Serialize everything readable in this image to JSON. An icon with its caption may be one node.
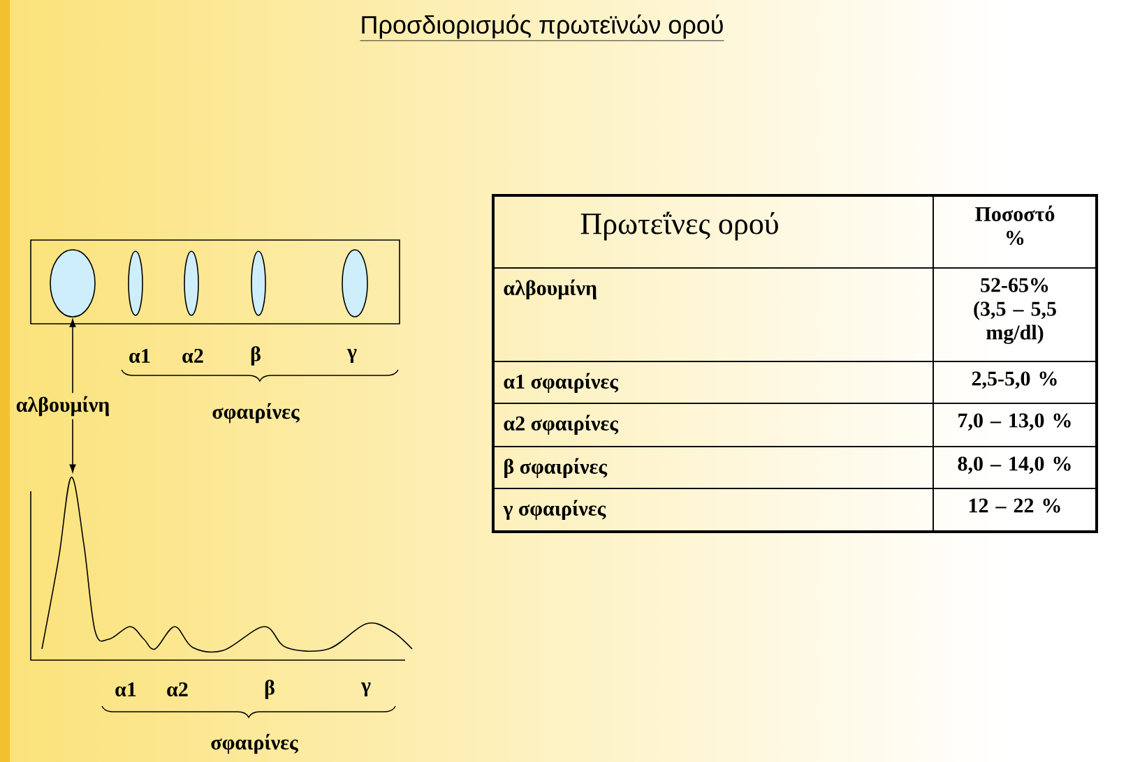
{
  "diagram": {
    "title": "Προσδιορισμός πρωτεϊνών ορού",
    "nodes": [
      {
        "text": [],
        "shape": "box"
      },
      {
        "text": [],
        "shape": "ellipse",
        "in": 0
      },
      {
        "text": [],
        "shape": "ellipse",
        "in": 0
      },
      {
        "text": [],
        "shape": "ellipse",
        "in": 0
      },
      {
        "text": [],
        "shape": "ellipse",
        "in": 0
      },
      {
        "text": [],
        "shape": "ellipse",
        "in": 0
      },
      {
        "text": [
          "αλβουμίνη"
        ]
      },
      {
        "text": [],
        "shape": "picture"
      }
    ],
    "edges": [
      {
        "from": 6,
        "to": 1,
        "arrow": "to"
      },
      {
        "from": 6,
        "to": 7,
        "arrow": "to"
      }
    ],
    "labels": [
      "α1",
      "α2",
      "β",
      "γ",
      "σφαιρίνες",
      "α1",
      "α2",
      "β",
      "γ",
      "σφαιρίνες",
      "Πρωτεΐνες ορού",
      "Ποσοστό %",
      "αλβουμίνη",
      "52-65%",
      "(3,5 – 5,5 mg/dl)",
      "α1 σφαιρίνες",
      "2,5-5,0 %",
      "α2 σφαιρίνες",
      "7,0 – 13,0 %",
      "β σφαιρίνες",
      "8,0 – 14,0 %",
      "γ σφαιρίνες",
      "12 – 22 %"
    ]
  }
}
